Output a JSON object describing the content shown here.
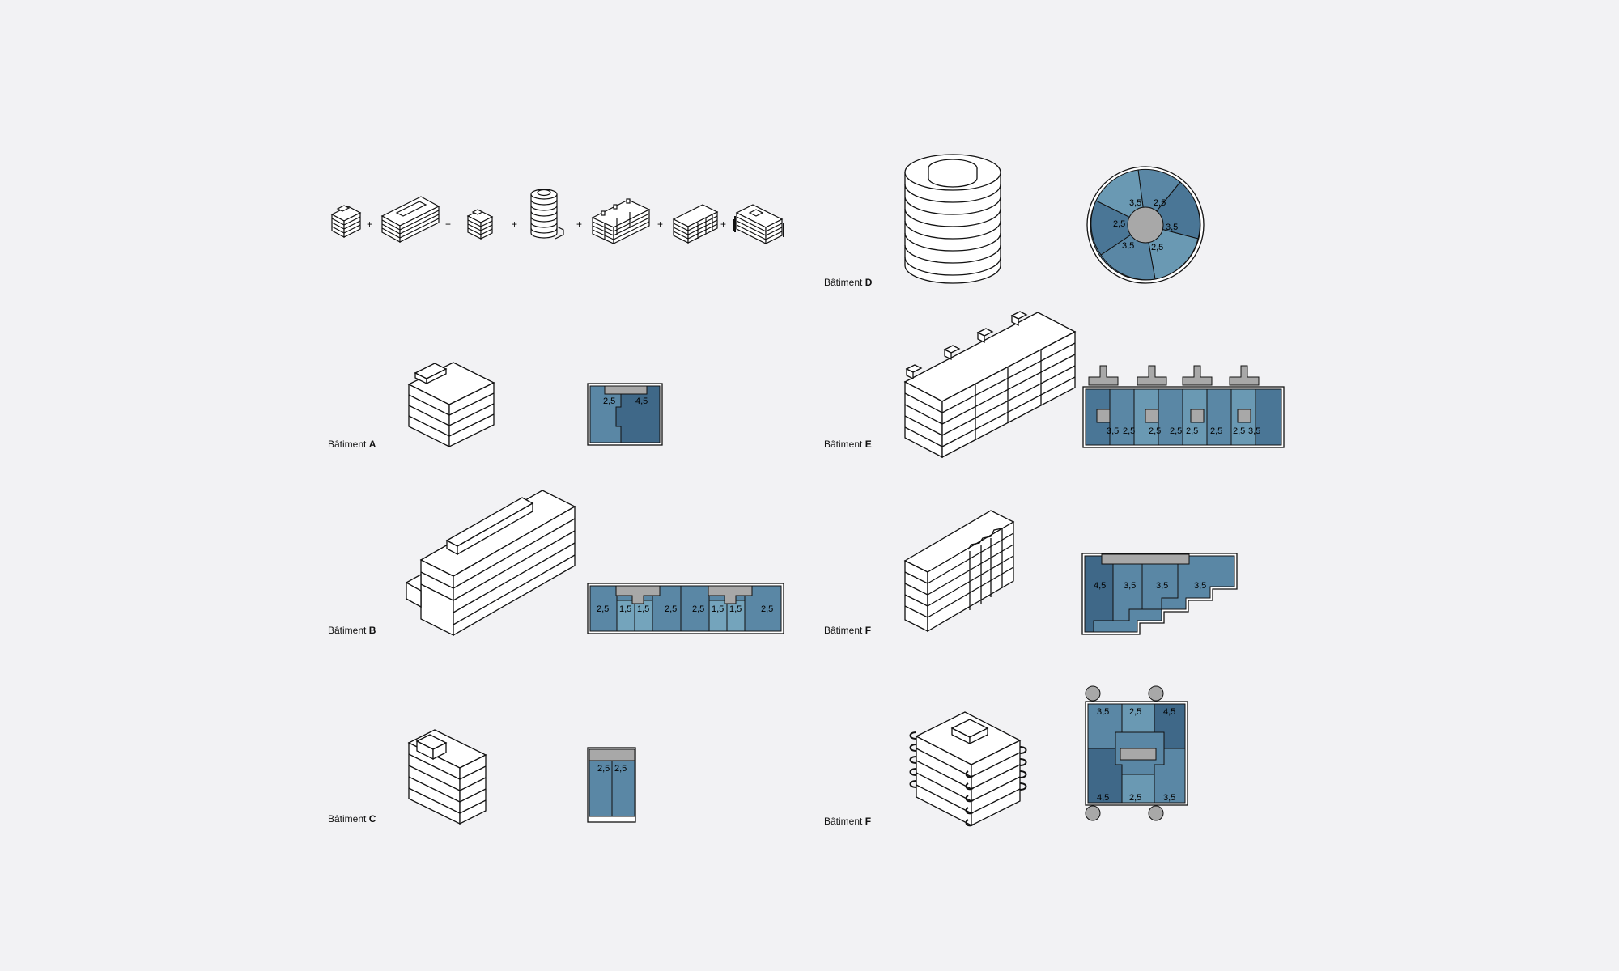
{
  "building_word": "Bâtiment",
  "palette": {
    "apt_dark": "#3f6888",
    "apt_mid": "#5a87a5",
    "apt_light": "#74a4bc",
    "core_grey": "#a8a8a8",
    "stroke": "#111111",
    "background": "#f2f2f4"
  },
  "sequence": {
    "operator": "+",
    "items": [
      "A",
      "B",
      "C",
      "D",
      "E",
      "F",
      "F"
    ]
  },
  "buildings": [
    {
      "letter": "A",
      "apartments": [
        "2,5",
        "4,5"
      ]
    },
    {
      "letter": "B",
      "apartments": [
        "2,5",
        "1,5",
        "1,5",
        "2,5",
        "2,5",
        "1,5",
        "1,5",
        "2,5"
      ]
    },
    {
      "letter": "C",
      "apartments": [
        "2,5",
        "2,5"
      ]
    },
    {
      "letter": "D",
      "apartments": [
        "3,5",
        "2,5",
        "2,5",
        "3,5",
        "3,5",
        "2,5"
      ]
    },
    {
      "letter": "E",
      "apartments": [
        "3,5",
        "2,5",
        "2,5",
        "2,5",
        "2,5",
        "2,5",
        "2,5",
        "3,5"
      ]
    },
    {
      "letter": "F",
      "apartments": [
        "4,5",
        "3,5",
        "3,5",
        "3,5"
      ]
    },
    {
      "letter": "F",
      "apartments": [
        "3,5",
        "2,5",
        "4,5",
        "4,5",
        "2,5",
        "3,5"
      ]
    }
  ]
}
